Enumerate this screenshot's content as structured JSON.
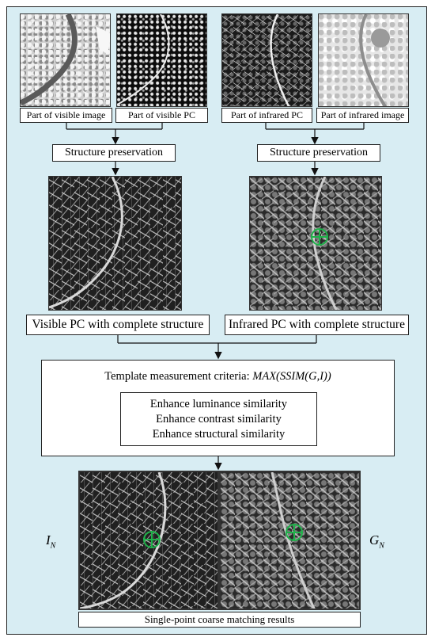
{
  "top_labels": {
    "visible_image": "Part of visible image",
    "visible_pc": "Part of visible PC",
    "infrared_pc": "Part of infrared PC",
    "infrared_image": "Part of infrared image"
  },
  "structure_preservation_left": "Structure preservation",
  "structure_preservation_right": "Structure preservation",
  "visible_pc_complete": "Visible PC with complete structure",
  "infrared_pc_complete": "Infrared PC with complete structure",
  "template": {
    "label": "Template measurement criteria:",
    "formula": "MAX(SSIM(G,I))",
    "items": [
      "Enhance luminance similarity",
      "Enhance contrast  similarity",
      "Enhance structural similarity"
    ]
  },
  "side_labels": {
    "left": "I",
    "left_sub": "N",
    "right": "G",
    "right_sub": "N"
  },
  "result_label": "Single-point coarse matching results",
  "colors": {
    "background": "#d8edf3",
    "marker": "#1fb24a"
  }
}
